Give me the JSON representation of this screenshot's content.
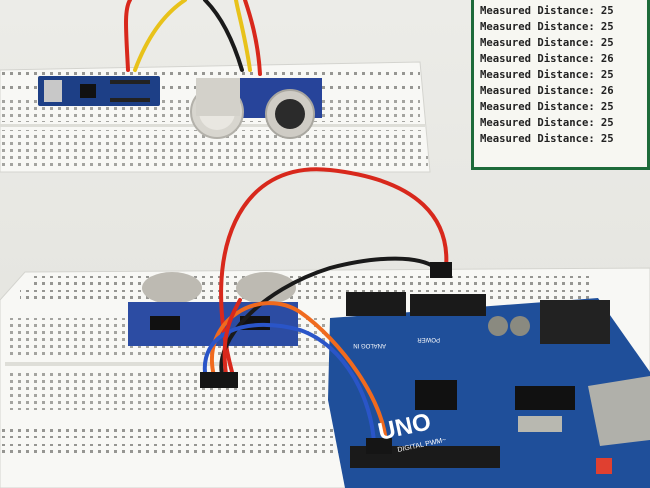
{
  "serial_monitor": {
    "lines": [
      {
        "label": "Measured Distance:",
        "value": "25"
      },
      {
        "label": "Measured Distance:",
        "value": "25"
      },
      {
        "label": "Measured Distance:",
        "value": "25"
      },
      {
        "label": "Measured Distance:",
        "value": "26"
      },
      {
        "label": "Measured Distance:",
        "value": "25"
      },
      {
        "label": "Measured Distance:",
        "value": "26"
      },
      {
        "label": "Measured Distance:",
        "value": "25"
      },
      {
        "label": "Measured Distance:",
        "value": "25"
      },
      {
        "label": "Measured Distance:",
        "value": "25"
      }
    ]
  },
  "board": {
    "logo": "UNO",
    "digital_label": "DIGITAL PWM~",
    "power_label": "POWER",
    "analog_label": "ANALOG IN"
  },
  "colors": {
    "board_blue": "#1f4f9a",
    "wire_red": "#d8281c",
    "wire_black": "#1a1a1a",
    "wire_orange": "#f06a1e",
    "wire_blue": "#2a55c8",
    "wire_yellow": "#e8c21a",
    "monitor_border": "#1d6b3a"
  }
}
